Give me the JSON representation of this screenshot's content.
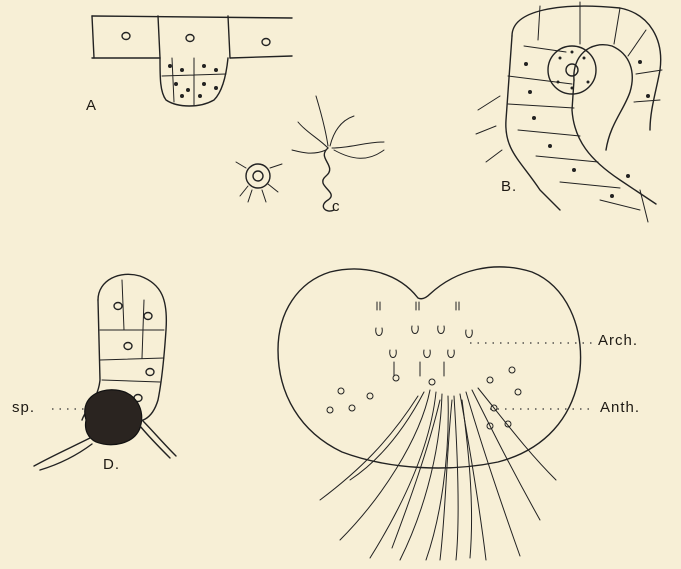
{
  "labels": {
    "a": "A",
    "b": "B.",
    "c": "c",
    "d": "D.",
    "sp": "sp.",
    "arch": "Arch.",
    "anth": "Anth."
  }
}
